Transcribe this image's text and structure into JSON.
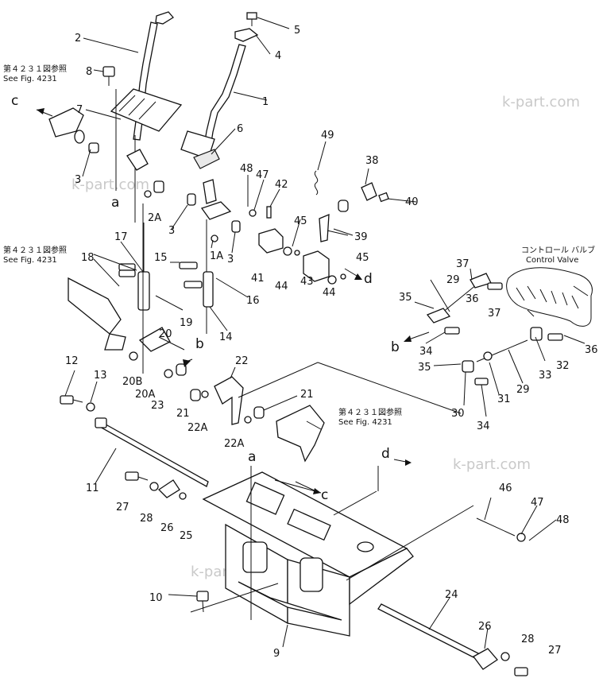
{
  "watermarks": [
    "k-part.com",
    "k-part.com",
    "k-part.com",
    "k-part.com"
  ],
  "references": [
    {
      "jp": "第４２３１図参照",
      "en": "See Fig. 4231"
    },
    {
      "jp": "第４２３１図参照",
      "en": "See Fig. 4231"
    },
    {
      "jp": "第４２３１図参照",
      "en": "See Fig. 4231"
    }
  ],
  "control_valve": {
    "jp": "コントロール バルブ",
    "en": "Control Valve"
  },
  "direction_marks": {
    "a": "a",
    "b": "b",
    "c": "c",
    "d": "d"
  },
  "part_numbers": {
    "p1": "1",
    "p2": "2",
    "p3a": "3",
    "p3b": "3",
    "p3c": "3",
    "p4": "4",
    "p5": "5",
    "p6": "6",
    "p7": "7",
    "p8": "8",
    "p9": "9",
    "p10": "10",
    "p11": "11",
    "p12": "12",
    "p13": "13",
    "p14": "14",
    "p15": "15",
    "p16": "16",
    "p17": "17",
    "p18": "18",
    "p19": "19",
    "p20": "20",
    "p20A": "20A",
    "p20B": "20B",
    "p21a": "21",
    "p21b": "21",
    "p22": "22",
    "p22Aa": "22A",
    "p22Ab": "22A",
    "p23": "23",
    "p24": "24",
    "p25": "25",
    "p26a": "26",
    "p26b": "26",
    "p27a": "27",
    "p27b": "27",
    "p28a": "28",
    "p28b": "28",
    "p29a": "29",
    "p29b": "29",
    "p30": "30",
    "p31": "31",
    "p32": "32",
    "p33": "33",
    "p34a": "34",
    "p34b": "34",
    "p35a": "35",
    "p35b": "35",
    "p36a": "36",
    "p36b": "36",
    "p37a": "37",
    "p37b": "37",
    "p38": "38",
    "p39": "39",
    "p40": "40",
    "p41": "41",
    "p42": "42",
    "p43": "43",
    "p44a": "44",
    "p44b": "44",
    "p45a": "45",
    "p45b": "45",
    "p46": "46",
    "p47a": "47",
    "p47b": "47",
    "p48a": "48",
    "p48b": "48",
    "p49": "49",
    "p1A": "1A",
    "p2A": "2A"
  }
}
